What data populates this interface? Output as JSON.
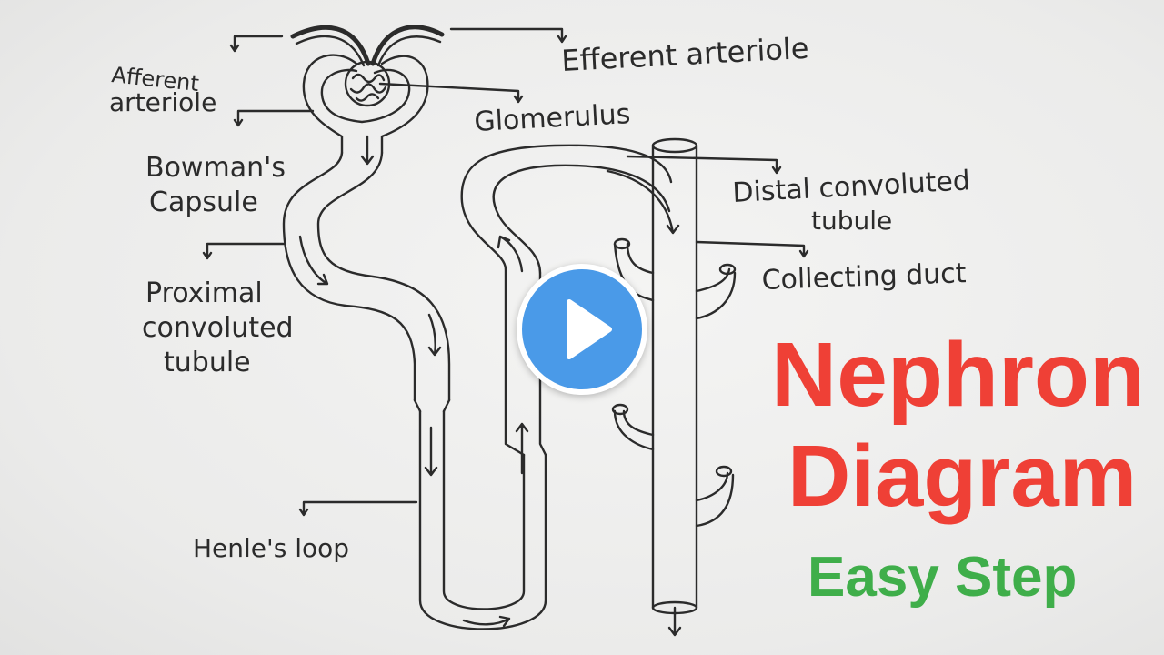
{
  "diagram": {
    "labels": {
      "afferent_1": "Afferent",
      "afferent_2": "arteriole",
      "efferent": "Efferent arteriole",
      "glomerulus": "Glomerulus",
      "bowmans_1": "Bowman's",
      "bowmans_2": "Capsule",
      "distal_1": "Distal convoluted",
      "distal_2": "tubule",
      "collecting": "Collecting duct",
      "proximal_1": "Proximal",
      "proximal_2": "convoluted",
      "proximal_3": "tubule",
      "henle": "Henle's loop"
    }
  },
  "title": {
    "line1": "Nephron",
    "line2": "Diagram",
    "subtitle": "Easy Step"
  },
  "colors": {
    "title": "#ef4036",
    "subtitle": "#3fae4a",
    "play_button": "#4a9ae8",
    "ink": "#2b2b2b"
  },
  "play_button": {
    "icon": "play-icon"
  }
}
